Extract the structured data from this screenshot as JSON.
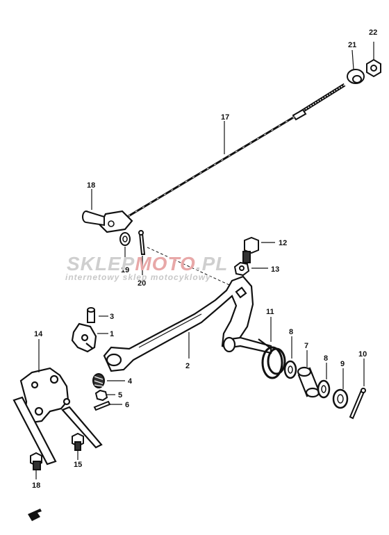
{
  "watermark": {
    "brand_left": "SKLEP",
    "brand_accent": "MOTO",
    "brand_right": ".PL",
    "tagline": "internetowy sklep motocyklowy",
    "accent_color": "#e8a8a8",
    "base_color": "#cfcfcf"
  },
  "callouts": [
    {
      "id": "c22",
      "text": "22"
    },
    {
      "id": "c21",
      "text": "21"
    },
    {
      "id": "c17",
      "text": "17"
    },
    {
      "id": "c18a",
      "text": "18"
    },
    {
      "id": "c12",
      "text": "12"
    },
    {
      "id": "c13",
      "text": "13"
    },
    {
      "id": "c19",
      "text": "19"
    },
    {
      "id": "c20",
      "text": "20"
    },
    {
      "id": "c3",
      "text": "3"
    },
    {
      "id": "c1",
      "text": "1"
    },
    {
      "id": "c14",
      "text": "14"
    },
    {
      "id": "c2",
      "text": "2"
    },
    {
      "id": "c11",
      "text": "11"
    },
    {
      "id": "c8a",
      "text": "8"
    },
    {
      "id": "c7",
      "text": "7"
    },
    {
      "id": "c8b",
      "text": "8"
    },
    {
      "id": "c9",
      "text": "9"
    },
    {
      "id": "c10",
      "text": "10"
    },
    {
      "id": "c4",
      "text": "4"
    },
    {
      "id": "c5",
      "text": "5"
    },
    {
      "id": "c6",
      "text": "6"
    },
    {
      "id": "c15",
      "text": "15"
    },
    {
      "id": "c18b",
      "text": "18"
    }
  ]
}
